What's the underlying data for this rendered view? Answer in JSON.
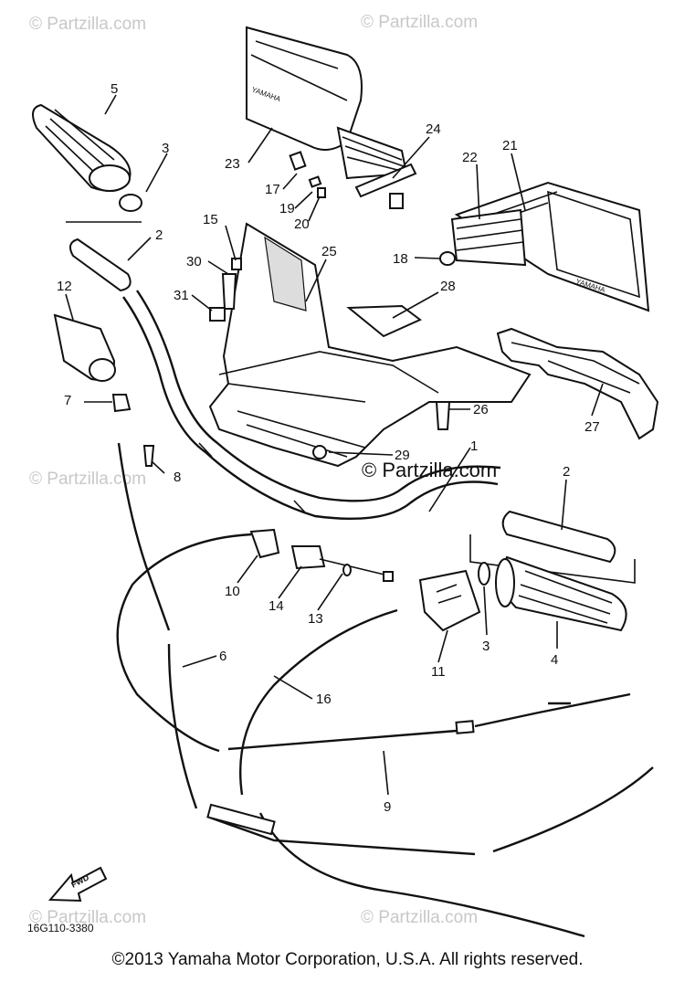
{
  "watermark": "© Partzilla.com",
  "diagram_ref": "16G110-3380",
  "fwd_label": "FWD",
  "brand": "YAMAHA",
  "copyright": "©2013 Yamaha Motor Corporation, U.S.A. All rights reserved.",
  "callouts": {
    "c1": "1",
    "c2a": "2",
    "c2b": "2",
    "c3a": "3",
    "c3b": "3",
    "c4": "4",
    "c5": "5",
    "c6": "6",
    "c7": "7",
    "c8": "8",
    "c9": "9",
    "c10": "10",
    "c11": "11",
    "c12": "12",
    "c13": "13",
    "c14": "14",
    "c15": "15",
    "c16": "16",
    "c17": "17",
    "c18": "18",
    "c19": "19",
    "c20": "20",
    "c21": "21",
    "c22": "22",
    "c23": "23",
    "c24": "24",
    "c25": "25",
    "c26": "26",
    "c27": "27",
    "c28": "28",
    "c29": "29",
    "c30": "30",
    "c31": "31"
  }
}
